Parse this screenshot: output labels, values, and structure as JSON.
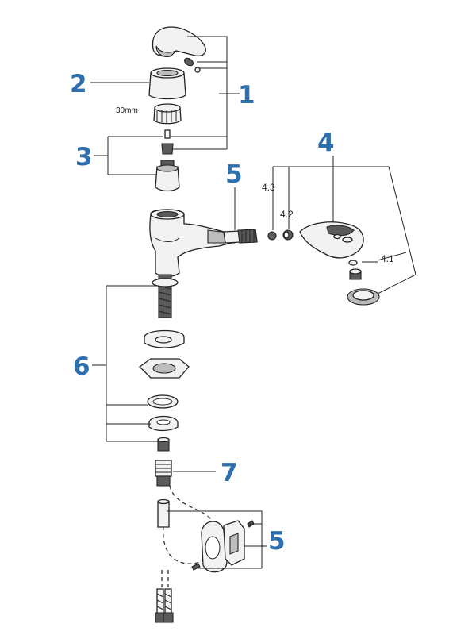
{
  "callouts": {
    "c1": "1",
    "c2": "2",
    "c3": "3",
    "c4": "4",
    "c5_top": "5",
    "c6": "6",
    "c7": "7",
    "c5_bottom": "5"
  },
  "sub_labels": {
    "l4_3": "4.3",
    "l4_2": "4.2",
    "l4_1": "4.1"
  },
  "dimension": "30mm",
  "colors": {
    "callout": "#2e6fb0",
    "line": "#222222"
  }
}
